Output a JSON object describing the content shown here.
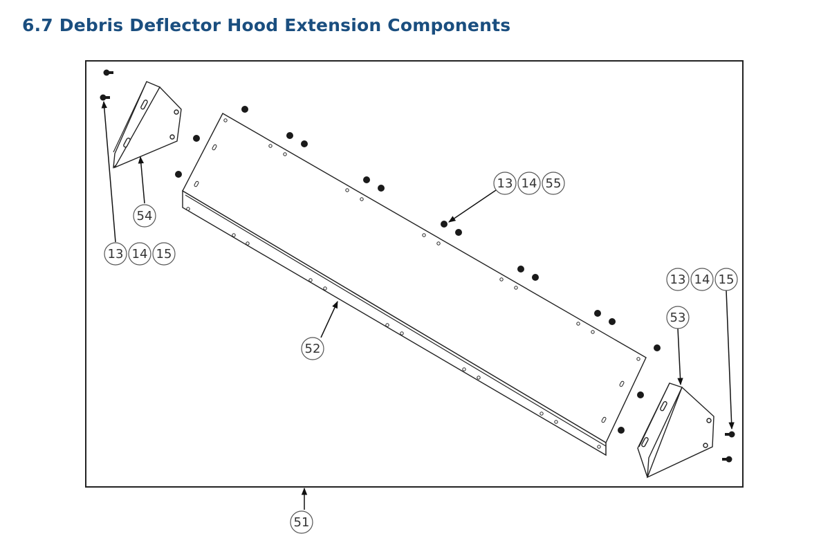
{
  "header": {
    "title": "6.7 Debris Deflector Hood Extension Components"
  },
  "callouts": {
    "c51": "51",
    "c52": "52",
    "c53": "53",
    "c54": "54",
    "top_center": [
      "13",
      "14",
      "55"
    ],
    "left_group": [
      "13",
      "14",
      "15"
    ],
    "right_group": [
      "13",
      "14",
      "15"
    ]
  }
}
